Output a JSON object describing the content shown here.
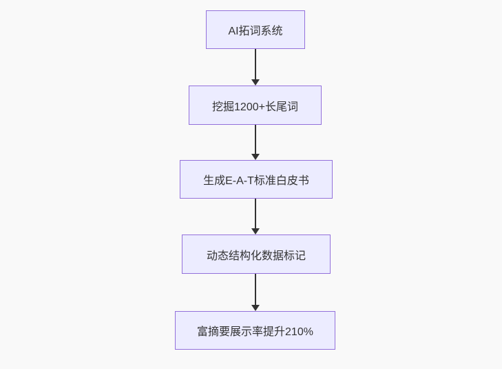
{
  "diagram": {
    "type": "flowchart",
    "direction": "top-down",
    "colors": {
      "page_background": "#f9f9f9",
      "node_fill": "#ECECFF",
      "node_border": "#9370DB",
      "arrow_color": "#333333",
      "text_color": "#333333"
    },
    "nodes": [
      {
        "id": "A",
        "label": "AI拓词系统"
      },
      {
        "id": "B",
        "label": "挖掘1200+长尾词"
      },
      {
        "id": "C",
        "label": "生成E-A-T标准白皮书"
      },
      {
        "id": "D",
        "label": "动态结构化数据标记"
      },
      {
        "id": "E",
        "label": "富摘要展示率提升210%"
      }
    ],
    "edges": [
      {
        "from": "A",
        "to": "B"
      },
      {
        "from": "B",
        "to": "C"
      },
      {
        "from": "C",
        "to": "D"
      },
      {
        "from": "D",
        "to": "E"
      }
    ]
  }
}
